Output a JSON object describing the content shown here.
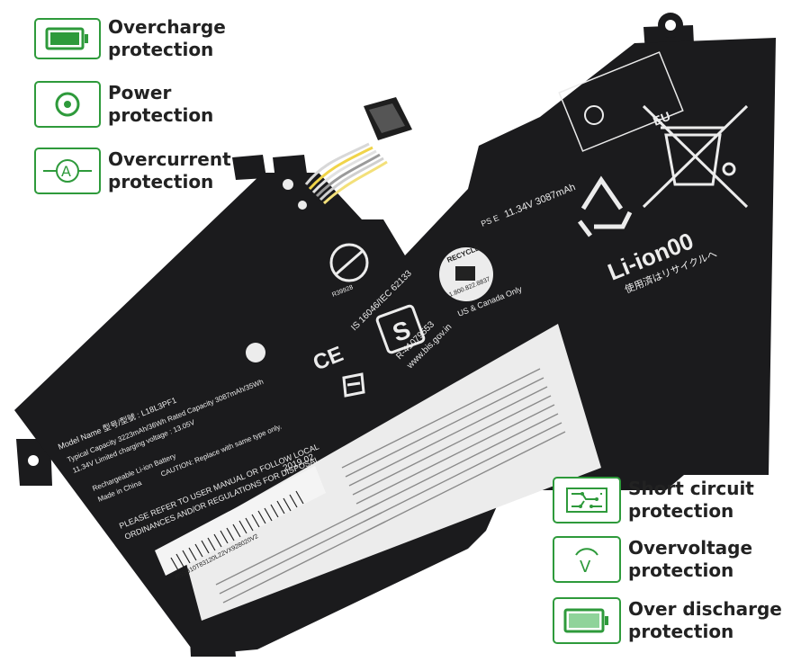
{
  "features_left": [
    {
      "label": "Overcharge\nprotection",
      "icon": "battery-full-icon"
    },
    {
      "label": "Power\nprotection",
      "icon": "power-target-icon"
    },
    {
      "label": "Overcurrent\nprotection",
      "icon": "ammeter-icon"
    }
  ],
  "features_right": [
    {
      "label": "Short circuit\nprotection",
      "icon": "circuit-icon"
    },
    {
      "label": "Overvoltage\nprotection",
      "icon": "voltmeter-icon"
    },
    {
      "label": "Over discharge\nprotection",
      "icon": "battery-low-icon"
    }
  ],
  "battery": {
    "chemistry_label": "Li-ion00",
    "recycle_jp": "使用済はリサイクルへ",
    "eu_mark": "EU",
    "spec_top": "11.34V  3087mAh",
    "recycle_seal": "RECYCLE",
    "recycle_phone": "1.800.822.8837",
    "us_canada": "US & Canada Only",
    "bis_std": "IS 16046/IEC 62133",
    "bis_reg": "R-41079553",
    "bis_site": "www.bis.gov.in",
    "model_line": "Model Name 型号/型號 : L18L3PF1",
    "typical_capacity": "Typical Capacity 3223mAh/36Wh  Rated Capacity 3087mAh/35Wh",
    "voltage_line": "11.34V      Limited charging voltage : 13.05V",
    "chemistry_line": "Rechargeable Li-ion Battery",
    "made_in": "Made in China",
    "caution": "CAUTION: Replace with same type only.",
    "refer": "PLEASE REFER TO USER MANUAL OR FOLLOW LOCAL",
    "ordinances": "ORDINANCES AND/OR REGULATIONS FOR DISPOSAL.",
    "date": "2019.02",
    "barcode_text": "8SSB10T83120L22VX928020V2",
    "ce_mark": "CE",
    "ps_mark": "PS E",
    "code_mark": "R39928"
  },
  "colors": {
    "accent_green": "#2e9a3b",
    "battery_body": "#1b1b1d",
    "label_white": "#ececec"
  }
}
